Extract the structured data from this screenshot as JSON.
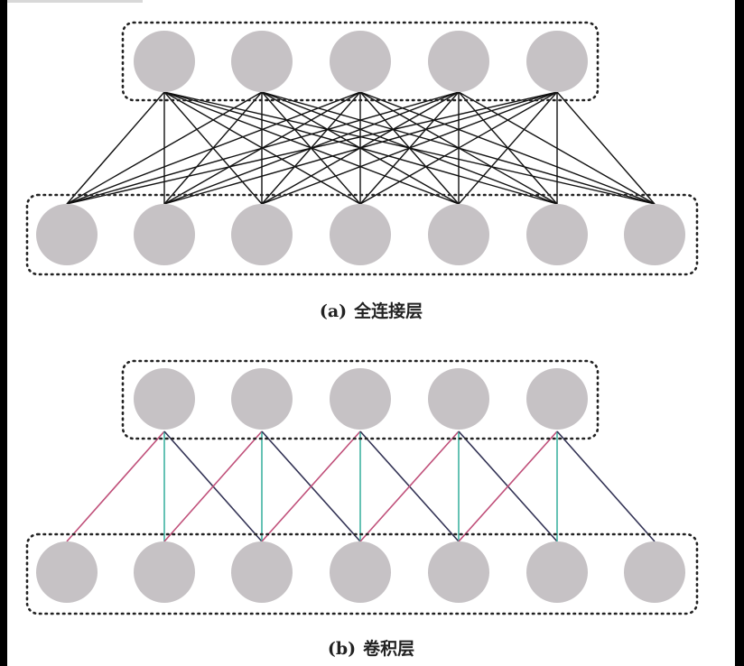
{
  "captions": {
    "a_label": "(a)",
    "a_text": "全连接层",
    "b_label": "(b)",
    "b_text": "卷积层"
  },
  "diagrams": {
    "fully_connected": {
      "top_neurons": 5,
      "bottom_neurons": 7,
      "connections": "all"
    },
    "convolutional": {
      "top_neurons": 5,
      "bottom_neurons": 7,
      "kernel_size": 3,
      "edge_colors": [
        "#c0507a",
        "#3fb3a2",
        "#333355"
      ]
    }
  },
  "colors": {
    "neuron": "#c6c2c5",
    "edge": "#111111",
    "border": "#222222"
  }
}
